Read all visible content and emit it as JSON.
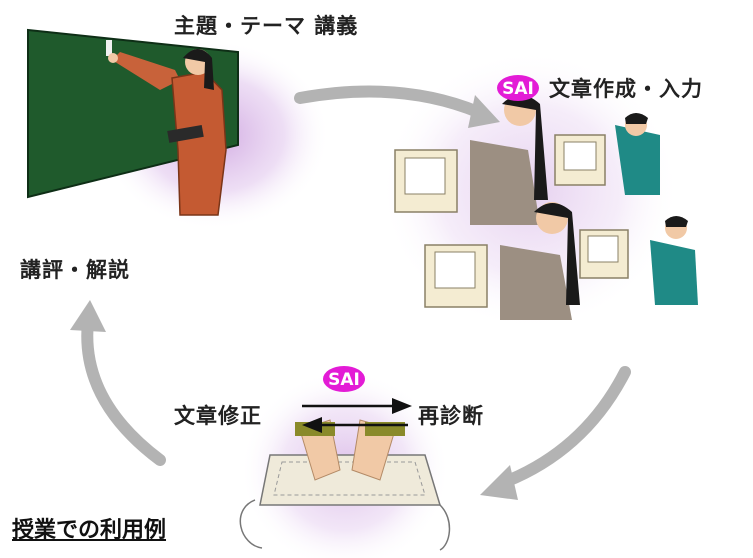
{
  "labels": {
    "lecture": "主題・テーマ 講義",
    "writing": "文章作成・入力",
    "review": "講評・解説",
    "revise": "文章修正",
    "rediagnose": "再診断"
  },
  "badges": {
    "top": "SAI",
    "bottom": "SAI"
  },
  "caption": "授業での利用例",
  "colors": {
    "arrow": "#b3b3b3",
    "badge": "#e31bd6",
    "board": "#1f5a2c",
    "glow": "#d9b8e6"
  }
}
